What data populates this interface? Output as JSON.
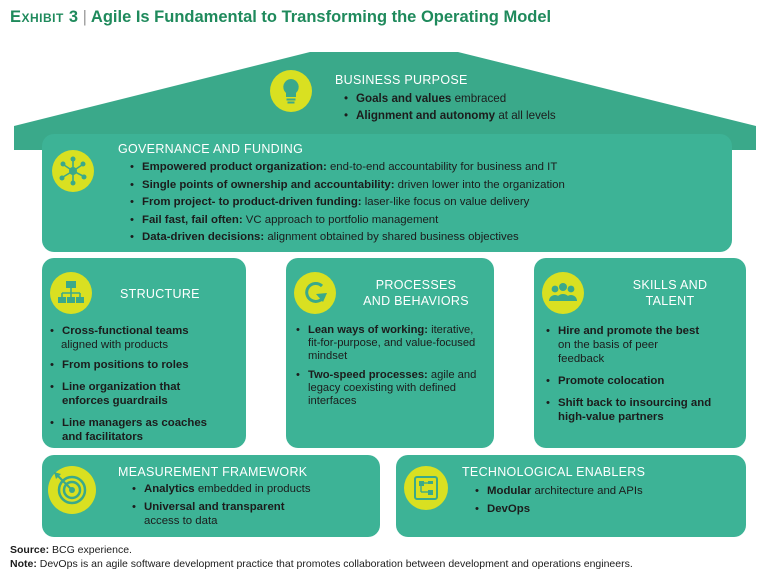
{
  "header": {
    "exhibit": "Exhibit 3",
    "separator": "|",
    "title": "Agile Is Fundamental to Transforming the Operating Model"
  },
  "business_purpose": {
    "heading": "BUSINESS PURPOSE",
    "bullets": [
      {
        "bold": "Goals and values",
        "rest": " embraced"
      },
      {
        "bold": "Alignment and autonomy",
        "rest": " at all levels"
      }
    ]
  },
  "governance": {
    "heading": "GOVERNANCE AND FUNDING",
    "bullets": [
      {
        "bold": "Empowered product organization:",
        "rest": " end-to-end accountability for business and IT"
      },
      {
        "bold": "Single points of ownership and accountability:",
        "rest": " driven lower into the organization"
      },
      {
        "bold": "From project- to product-driven funding:",
        "rest": " laser-like focus on value delivery"
      },
      {
        "bold": "Fail fast, fail often:",
        "rest": " VC approach to portfolio management"
      },
      {
        "bold": "Data-driven decisions:",
        "rest": " alignment obtained by shared business objectives"
      }
    ]
  },
  "structure": {
    "heading": "STRUCTURE",
    "bullets": [
      {
        "bold": "Cross-functional teams",
        "rest": " aligned with products"
      },
      {
        "bold": "From positions to roles",
        "rest": ""
      },
      {
        "bold": "Line organization that enforces guardrails",
        "rest": ""
      },
      {
        "bold": "Line managers as coaches and facilitators",
        "rest": ""
      }
    ]
  },
  "processes": {
    "heading_line1": "PROCESSES",
    "heading_line2": "AND BEHAVIORS",
    "bullets": [
      {
        "bold": "Lean ways of working:",
        "rest": " iterative, fit-for-purpose, and value-focused mindset"
      },
      {
        "bold": "Two-speed processes:",
        "rest": " agile and legacy coexisting with defined interfaces"
      }
    ]
  },
  "skills": {
    "heading_line1": "SKILLS AND",
    "heading_line2": "TALENT",
    "bullets": [
      {
        "bold": "Hire and promote the best",
        "rest": " on the basis of peer feedback"
      },
      {
        "bold": "Promote colocation",
        "rest": ""
      },
      {
        "bold": "Shift back to insourcing and high-value partners",
        "rest": ""
      }
    ]
  },
  "measurement": {
    "heading": "MEASUREMENT FRAMEWORK",
    "bullets": [
      {
        "bold": "Analytics",
        "rest": " embedded in products"
      },
      {
        "bold": "Universal and transparent",
        "rest": " access to data"
      }
    ]
  },
  "technology": {
    "heading": "TECHNOLOGICAL ENABLERS",
    "bullets": [
      {
        "bold": "Modular",
        "rest": " architecture and APIs"
      },
      {
        "bold": "DevOps",
        "rest": ""
      }
    ]
  },
  "footer": {
    "source_label": "Source:",
    "source_text": " BCG experience.",
    "note_label": "Note:",
    "note_text": " DevOps is an agile software development practice that promotes collaboration between development and operations engineers."
  },
  "colors": {
    "box": "#3db396",
    "roof": "#3aa98a",
    "icon": "#d9e021",
    "title": "#1f8a5c"
  }
}
